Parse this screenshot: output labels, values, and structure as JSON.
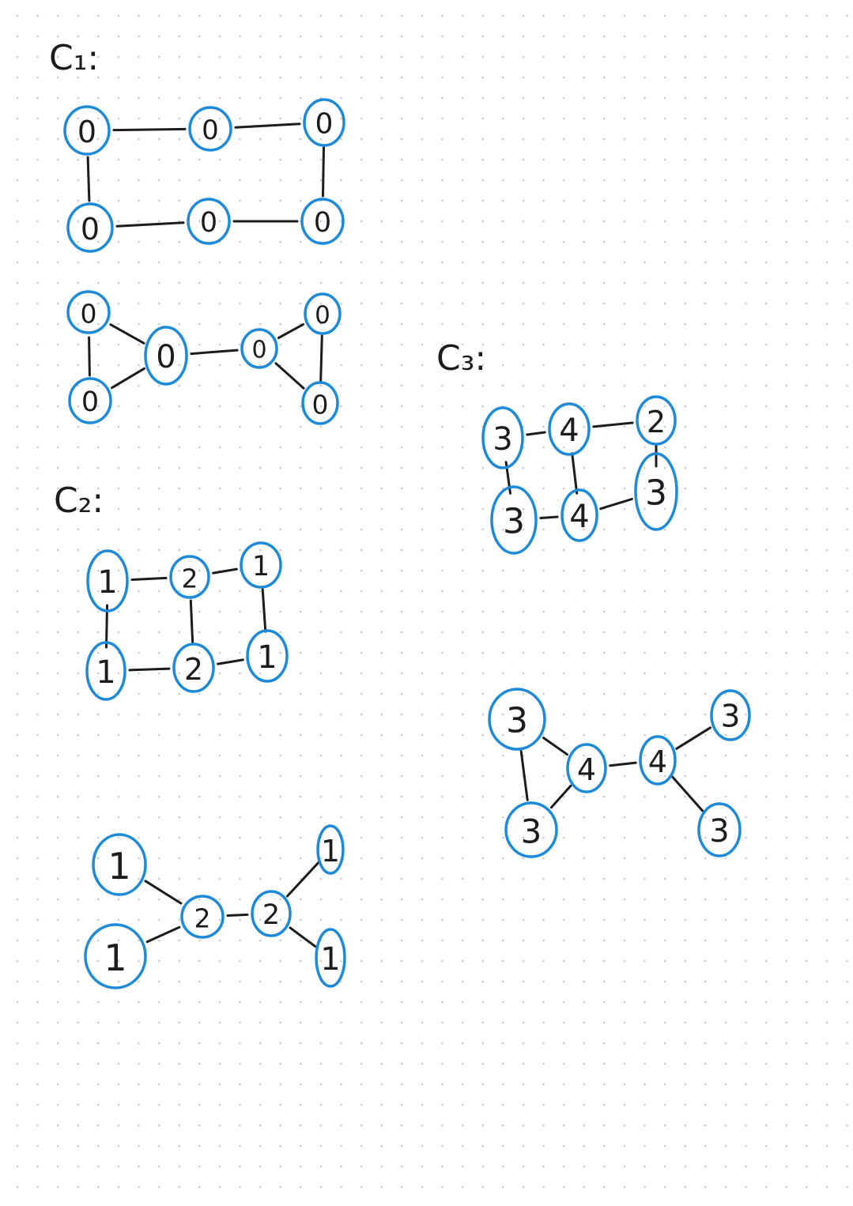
{
  "colors": {
    "background": "#ffffff",
    "dot_grid": "#c9c9c9",
    "ink": "#1c1c1c",
    "node_ring": "#1c8ad8"
  },
  "diagram": {
    "labels": [
      {
        "id": "c1",
        "text": "C₁:"
      },
      {
        "id": "c2",
        "text": "C₂:"
      },
      {
        "id": "c3",
        "text": "C₃:"
      }
    ],
    "graphs": [
      {
        "id": "c1-grid",
        "nodes": [
          {
            "id": "a1",
            "label": "0"
          },
          {
            "id": "a2",
            "label": "0"
          },
          {
            "id": "a3",
            "label": "0"
          },
          {
            "id": "a4",
            "label": "0"
          },
          {
            "id": "a5",
            "label": "0"
          },
          {
            "id": "a6",
            "label": "0"
          }
        ],
        "edges": [
          [
            "a1",
            "a2"
          ],
          [
            "a2",
            "a3"
          ],
          [
            "a1",
            "a4"
          ],
          [
            "a3",
            "a6"
          ],
          [
            "a4",
            "a5"
          ],
          [
            "a5",
            "a6"
          ]
        ]
      },
      {
        "id": "c1-bowtie",
        "nodes": [
          {
            "id": "b1",
            "label": "0"
          },
          {
            "id": "b2",
            "label": "0"
          },
          {
            "id": "b3",
            "label": "0"
          },
          {
            "id": "b4",
            "label": "0"
          },
          {
            "id": "b5",
            "label": "0"
          },
          {
            "id": "b6",
            "label": "0"
          }
        ],
        "edges": [
          [
            "b1",
            "b3"
          ],
          [
            "b2",
            "b3"
          ],
          [
            "b1",
            "b2"
          ],
          [
            "b3",
            "b4"
          ],
          [
            "b4",
            "b5"
          ],
          [
            "b4",
            "b6"
          ],
          [
            "b5",
            "b6"
          ]
        ]
      },
      {
        "id": "c2-grid",
        "nodes": [
          {
            "id": "c2a1",
            "label": "1"
          },
          {
            "id": "c2a2",
            "label": "2"
          },
          {
            "id": "c2a3",
            "label": "1"
          },
          {
            "id": "c2a4",
            "label": "1"
          },
          {
            "id": "c2a5",
            "label": "2"
          },
          {
            "id": "c2a6",
            "label": "1"
          }
        ],
        "edges": [
          [
            "c2a1",
            "c2a2"
          ],
          [
            "c2a2",
            "c2a3"
          ],
          [
            "c2a1",
            "c2a4"
          ],
          [
            "c2a2",
            "c2a5"
          ],
          [
            "c2a3",
            "c2a6"
          ],
          [
            "c2a4",
            "c2a5"
          ],
          [
            "c2a5",
            "c2a6"
          ]
        ]
      },
      {
        "id": "c2-tree",
        "nodes": [
          {
            "id": "c2b1",
            "label": "1"
          },
          {
            "id": "c2b2",
            "label": "1"
          },
          {
            "id": "c2b3",
            "label": "2"
          },
          {
            "id": "c2b4",
            "label": "2"
          },
          {
            "id": "c2b5",
            "label": "1"
          },
          {
            "id": "c2b6",
            "label": "1"
          }
        ],
        "edges": [
          [
            "c2b1",
            "c2b3"
          ],
          [
            "c2b2",
            "c2b3"
          ],
          [
            "c2b3",
            "c2b4"
          ],
          [
            "c2b4",
            "c2b5"
          ],
          [
            "c2b4",
            "c2b6"
          ]
        ]
      },
      {
        "id": "c3-grid",
        "nodes": [
          {
            "id": "c3a1",
            "label": "3"
          },
          {
            "id": "c3a2",
            "label": "4"
          },
          {
            "id": "c3a3",
            "label": "2"
          },
          {
            "id": "c3a4",
            "label": "3"
          },
          {
            "id": "c3a5",
            "label": "4"
          },
          {
            "id": "c3a6",
            "label": "3"
          }
        ],
        "edges": [
          [
            "c3a1",
            "c3a2"
          ],
          [
            "c3a2",
            "c3a3"
          ],
          [
            "c3a1",
            "c3a4"
          ],
          [
            "c3a2",
            "c3a5"
          ],
          [
            "c3a3",
            "c3a6"
          ],
          [
            "c3a4",
            "c3a5"
          ],
          [
            "c3a5",
            "c3a6"
          ]
        ]
      },
      {
        "id": "c3-bowtie",
        "nodes": [
          {
            "id": "c3b1",
            "label": "3"
          },
          {
            "id": "c3b2",
            "label": "3"
          },
          {
            "id": "c3b3",
            "label": "4"
          },
          {
            "id": "c3b4",
            "label": "4"
          },
          {
            "id": "c3b5",
            "label": "3"
          },
          {
            "id": "c3b6",
            "label": "3"
          }
        ],
        "edges": [
          [
            "c3b1",
            "c3b3"
          ],
          [
            "c3b1",
            "c3b2"
          ],
          [
            "c3b2",
            "c3b3"
          ],
          [
            "c3b3",
            "c3b4"
          ],
          [
            "c3b4",
            "c3b5"
          ],
          [
            "c3b4",
            "c3b6"
          ]
        ]
      }
    ]
  }
}
